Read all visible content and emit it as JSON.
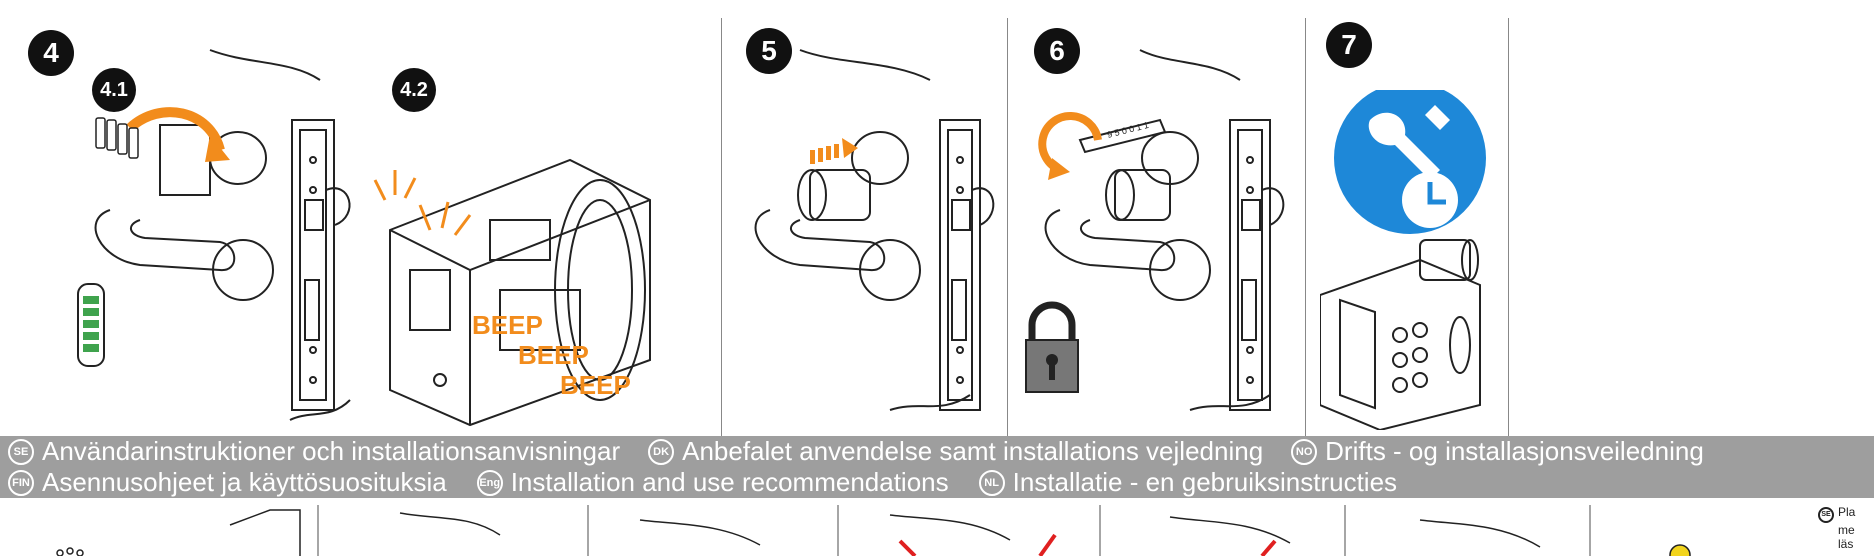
{
  "steps": {
    "s4": "4",
    "s41": "4.1",
    "s42": "4.2",
    "s5": "5",
    "s6": "6",
    "s7": "7"
  },
  "beeps": [
    "BEEP",
    "BEEP",
    "BEEP"
  ],
  "key_tag_text": "9 5 0 0 1 1",
  "banner": {
    "row1": [
      {
        "code": "SE",
        "text": "Användarinstruktioner och installationsanvisningar"
      },
      {
        "code": "DK",
        "text": "Anbefalet anvendelse samt installations vejledning"
      },
      {
        "code": "NO",
        "text": "Drifts - og installasjonsveiledning"
      }
    ],
    "row2": [
      {
        "code": "FIN",
        "text": "Asennusohjeet ja käyttösuosituksia"
      },
      {
        "code": "Eng",
        "text": "Installation and use recommendations"
      },
      {
        "code": "NL",
        "text": "Installatie - en gebruiksinstructies"
      }
    ]
  },
  "bottom_note": {
    "code": "SE",
    "lines": [
      "Pla",
      "me",
      "läs"
    ]
  },
  "colors": {
    "accent_orange": "#f28c1c",
    "service_blue": "#1e88d8",
    "banner_gray": "#9e9e9e",
    "battery_green": "#3fa34d"
  }
}
